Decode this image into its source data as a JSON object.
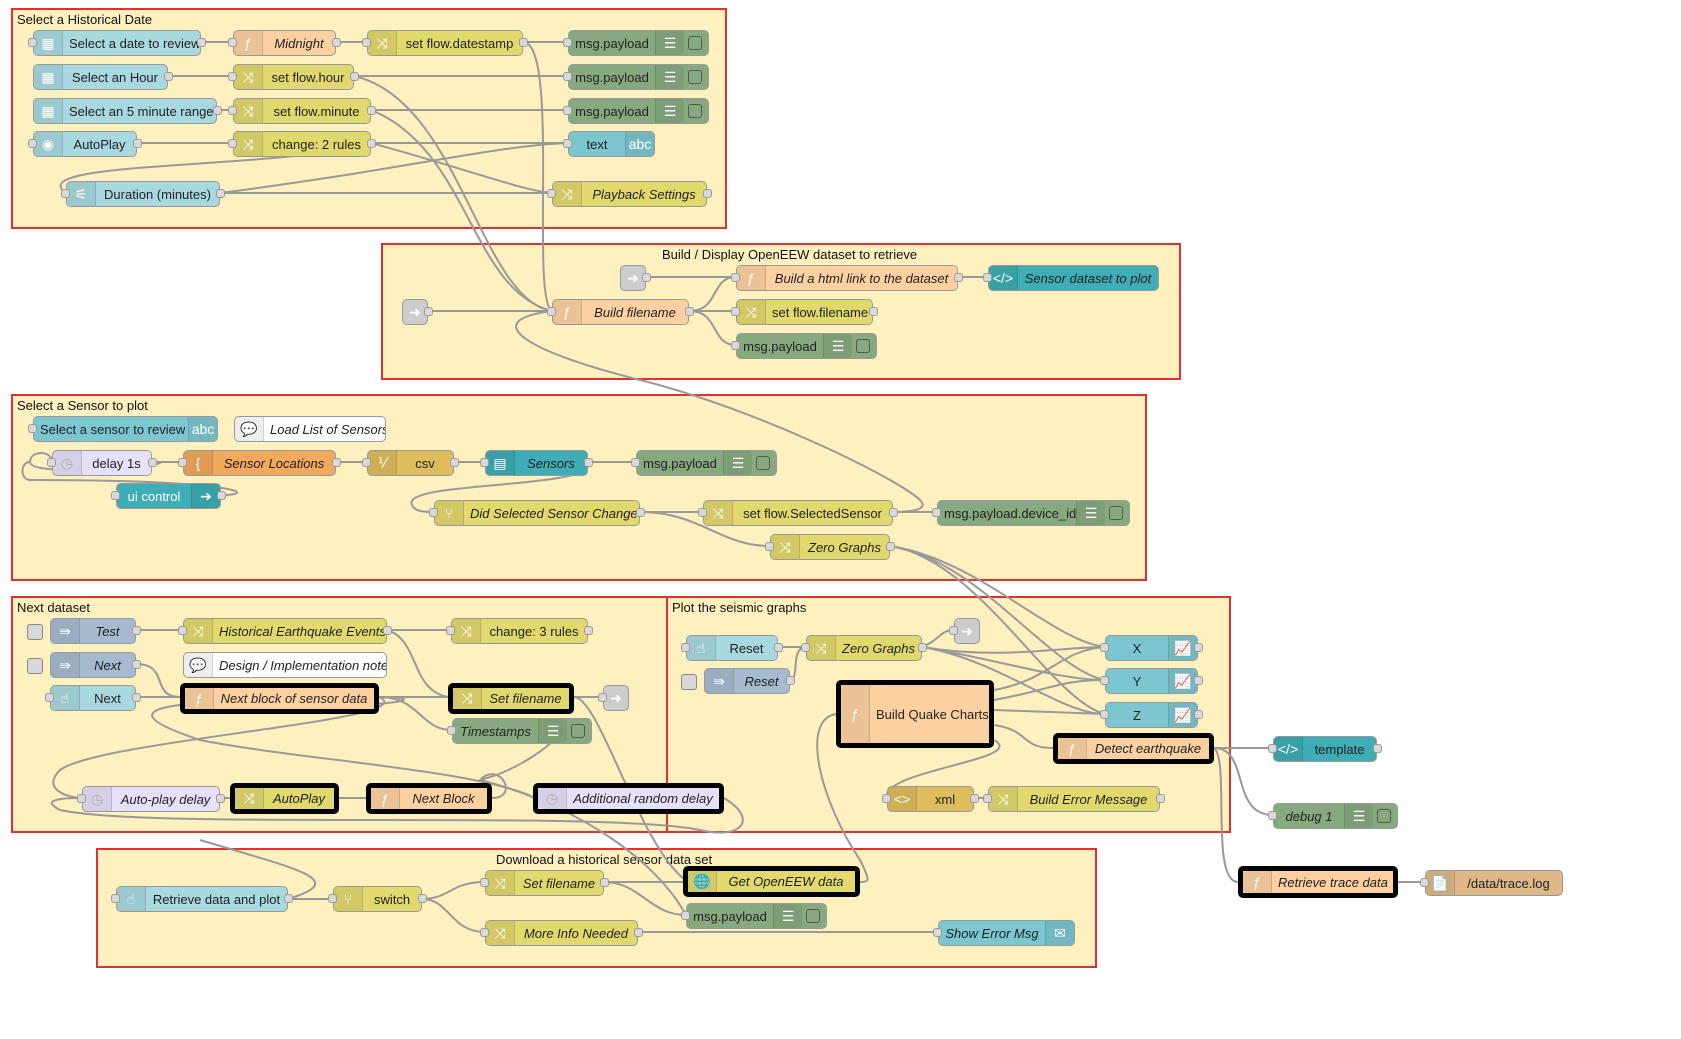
{
  "colors": {
    "group_bg": "#fff0c0",
    "group_border": "#e03030",
    "wire": "#999999",
    "highlight": "#000000"
  },
  "groups": [
    {
      "id": "g1",
      "label": "Select a Historical Date"
    },
    {
      "id": "g2",
      "label": "Build / Display OpenEEW dataset to retrieve"
    },
    {
      "id": "g3",
      "label": "Select a Sensor to plot"
    },
    {
      "id": "g4",
      "label": "Next dataset"
    },
    {
      "id": "g5",
      "label": "Plot the seismic graphs"
    },
    {
      "id": "g6",
      "label": "Download a historical sensor data set"
    }
  ],
  "nodes": {
    "n1": {
      "label": "Select a date to review",
      "icon": "calendar-icon",
      "color": "#a8d8e0"
    },
    "n2": {
      "label": "Midnight",
      "icon": "function-icon",
      "color": "#fdd0a2"
    },
    "n3": {
      "label": "set flow.datestamp",
      "icon": "shuffle-icon",
      "color": "#e2d96e"
    },
    "n4": {
      "label": "msg.payload",
      "icon": "debug-icon",
      "color": "#87a980"
    },
    "n5": {
      "label": "Select an Hour",
      "icon": "calendar-icon",
      "color": "#a8d8e0"
    },
    "n6": {
      "label": "set flow.hour",
      "icon": "shuffle-icon",
      "color": "#e2d96e"
    },
    "n7": {
      "label": "msg.payload",
      "icon": "debug-icon",
      "color": "#87a980"
    },
    "n8": {
      "label": "Select an 5 minute range",
      "icon": "calendar-icon",
      "color": "#a8d8e0"
    },
    "n9": {
      "label": "set flow.minute",
      "icon": "shuffle-icon",
      "color": "#e2d96e"
    },
    "n10": {
      "label": "msg.payload",
      "icon": "debug-icon",
      "color": "#87a980"
    },
    "n11": {
      "label": "AutoPlay",
      "icon": "toggle-icon",
      "color": "#a8d8e0"
    },
    "n12": {
      "label": "change: 2 rules",
      "icon": "shuffle-icon",
      "color": "#e2d96e"
    },
    "n13": {
      "label": "text",
      "icon": "abc-icon",
      "color": "#7cc6cf"
    },
    "n14": {
      "label": "Duration (minutes)",
      "icon": "slider-icon",
      "color": "#a8d8e0"
    },
    "n15": {
      "label": "Playback Settings",
      "icon": "shuffle-icon",
      "color": "#e2d96e"
    },
    "n16": {
      "label": "Build a html link to the dataset",
      "icon": "function-icon",
      "color": "#fdd0a2"
    },
    "n17": {
      "label": "Sensor dataset to plot",
      "icon": "code-icon",
      "color": "#3fadb5"
    },
    "n18": {
      "label": "Build filename",
      "icon": "function-icon",
      "color": "#fdd0a2"
    },
    "n19": {
      "label": "set flow.filename",
      "icon": "shuffle-icon",
      "color": "#e2d96e"
    },
    "n20": {
      "label": "msg.payload",
      "icon": "debug-icon",
      "color": "#87a980"
    },
    "n21": {
      "label": "Select a sensor to review",
      "icon": "abc-icon",
      "color": "#7cc6cf"
    },
    "n22": {
      "label": "Load List of Sensors",
      "icon": "comment-icon",
      "color": "#ffffff"
    },
    "n23": {
      "label": "delay 1s",
      "icon": "clock-icon",
      "color": "#e6e0f8"
    },
    "n24": {
      "label": "Sensor Locations",
      "icon": "template-icon",
      "color": "#f2a85d"
    },
    "n25": {
      "label": "csv",
      "icon": "csv-icon",
      "color": "#debd5c"
    },
    "n26": {
      "label": "Sensors",
      "icon": "table-icon",
      "color": "#3fadb5"
    },
    "n27": {
      "label": "msg.payload",
      "icon": "debug-icon",
      "color": "#87a980"
    },
    "n28": {
      "label": "ui control",
      "icon": "arrow-right-icon",
      "color": "#3fadb5"
    },
    "n29": {
      "label": "Did Selected Sensor Change",
      "icon": "switch-icon",
      "color": "#e2d96e"
    },
    "n30": {
      "label": "set flow.SelectedSensor",
      "icon": "shuffle-icon",
      "color": "#e2d96e"
    },
    "n31": {
      "label": "msg.payload.device_id",
      "icon": "debug-icon",
      "color": "#87a980"
    },
    "n32": {
      "label": "Zero Graphs",
      "icon": "shuffle-icon",
      "color": "#e2d96e"
    },
    "n33": {
      "label": "Test",
      "icon": "inject-icon",
      "color": "#a6bbcf"
    },
    "n34": {
      "label": "Historical Earthquake Events",
      "icon": "shuffle-icon",
      "color": "#e2d96e"
    },
    "n35": {
      "label": "change: 3 rules",
      "icon": "shuffle-icon",
      "color": "#e2d96e"
    },
    "n36": {
      "label": "Next",
      "icon": "inject-icon",
      "color": "#a6bbcf"
    },
    "n37": {
      "label": "Design / Implementation notes",
      "icon": "comment-icon",
      "color": "#ffffff"
    },
    "n38": {
      "label": "Next",
      "icon": "hand-icon",
      "color": "#a8d8e0"
    },
    "n39": {
      "label": "Next block of sensor data",
      "icon": "function-icon",
      "color": "#fdd0a2"
    },
    "n40": {
      "label": "Set filename",
      "icon": "shuffle-icon",
      "color": "#e2d96e"
    },
    "n41": {
      "label": "Timestamps",
      "icon": "debug-icon",
      "color": "#87a980"
    },
    "n42": {
      "label": "Auto-play delay",
      "icon": "clock-icon",
      "color": "#e6e0f8"
    },
    "n43": {
      "label": "AutoPlay",
      "icon": "shuffle-icon",
      "color": "#e2d96e"
    },
    "n44": {
      "label": "Next Block",
      "icon": "function-icon",
      "color": "#fdd0a2"
    },
    "n45": {
      "label": "Additional random delay",
      "icon": "clock-icon",
      "color": "#e6e0f8"
    },
    "n46": {
      "label": "Reset",
      "icon": "hand-icon",
      "color": "#a8d8e0"
    },
    "n47": {
      "label": "Zero Graphs",
      "icon": "shuffle-icon",
      "color": "#e2d96e"
    },
    "n48": {
      "label": "Reset",
      "icon": "inject-icon",
      "color": "#a6bbcf"
    },
    "n49": {
      "label": "Build Quake Charts",
      "icon": "function-icon",
      "color": "#fdd0a2"
    },
    "n50": {
      "label": "X",
      "icon": "chart-icon",
      "color": "#7cc6cf"
    },
    "n51": {
      "label": "Y",
      "icon": "chart-icon",
      "color": "#7cc6cf"
    },
    "n52": {
      "label": "Z",
      "icon": "chart-icon",
      "color": "#7cc6cf"
    },
    "n53": {
      "label": "Detect earthquake",
      "icon": "function-icon",
      "color": "#fdd0a2"
    },
    "n54": {
      "label": "template",
      "icon": "code-icon",
      "color": "#3fadb5"
    },
    "n55": {
      "label": "xml",
      "icon": "xml-icon",
      "color": "#debd5c"
    },
    "n56": {
      "label": "Build Error Message",
      "icon": "shuffle-icon",
      "color": "#e2d96e"
    },
    "n57": {
      "label": "debug 1",
      "icon": "debug-icon",
      "color": "#87a980"
    },
    "n58": {
      "label": "Retrieve data and plot",
      "icon": "hand-icon",
      "color": "#a8d8e0"
    },
    "n59": {
      "label": "switch",
      "icon": "switch-icon",
      "color": "#e2d96e"
    },
    "n60": {
      "label": "Set filename",
      "icon": "shuffle-icon",
      "color": "#e2d96e"
    },
    "n61": {
      "label": "Get OpenEEW data",
      "icon": "globe-icon",
      "color": "#e2d96e"
    },
    "n62": {
      "label": "msg.payload",
      "icon": "debug-icon",
      "color": "#87a980"
    },
    "n63": {
      "label": "More Info Needed",
      "icon": "shuffle-icon",
      "color": "#e2d96e"
    },
    "n64": {
      "label": "Show Error Msg",
      "icon": "mail-icon",
      "color": "#7cc6cf"
    },
    "n65": {
      "label": "Retrieve trace data",
      "icon": "function-icon",
      "color": "#fdd0a2"
    },
    "n66": {
      "label": "/data/trace.log",
      "icon": "file-icon",
      "color": "#deb887"
    }
  }
}
